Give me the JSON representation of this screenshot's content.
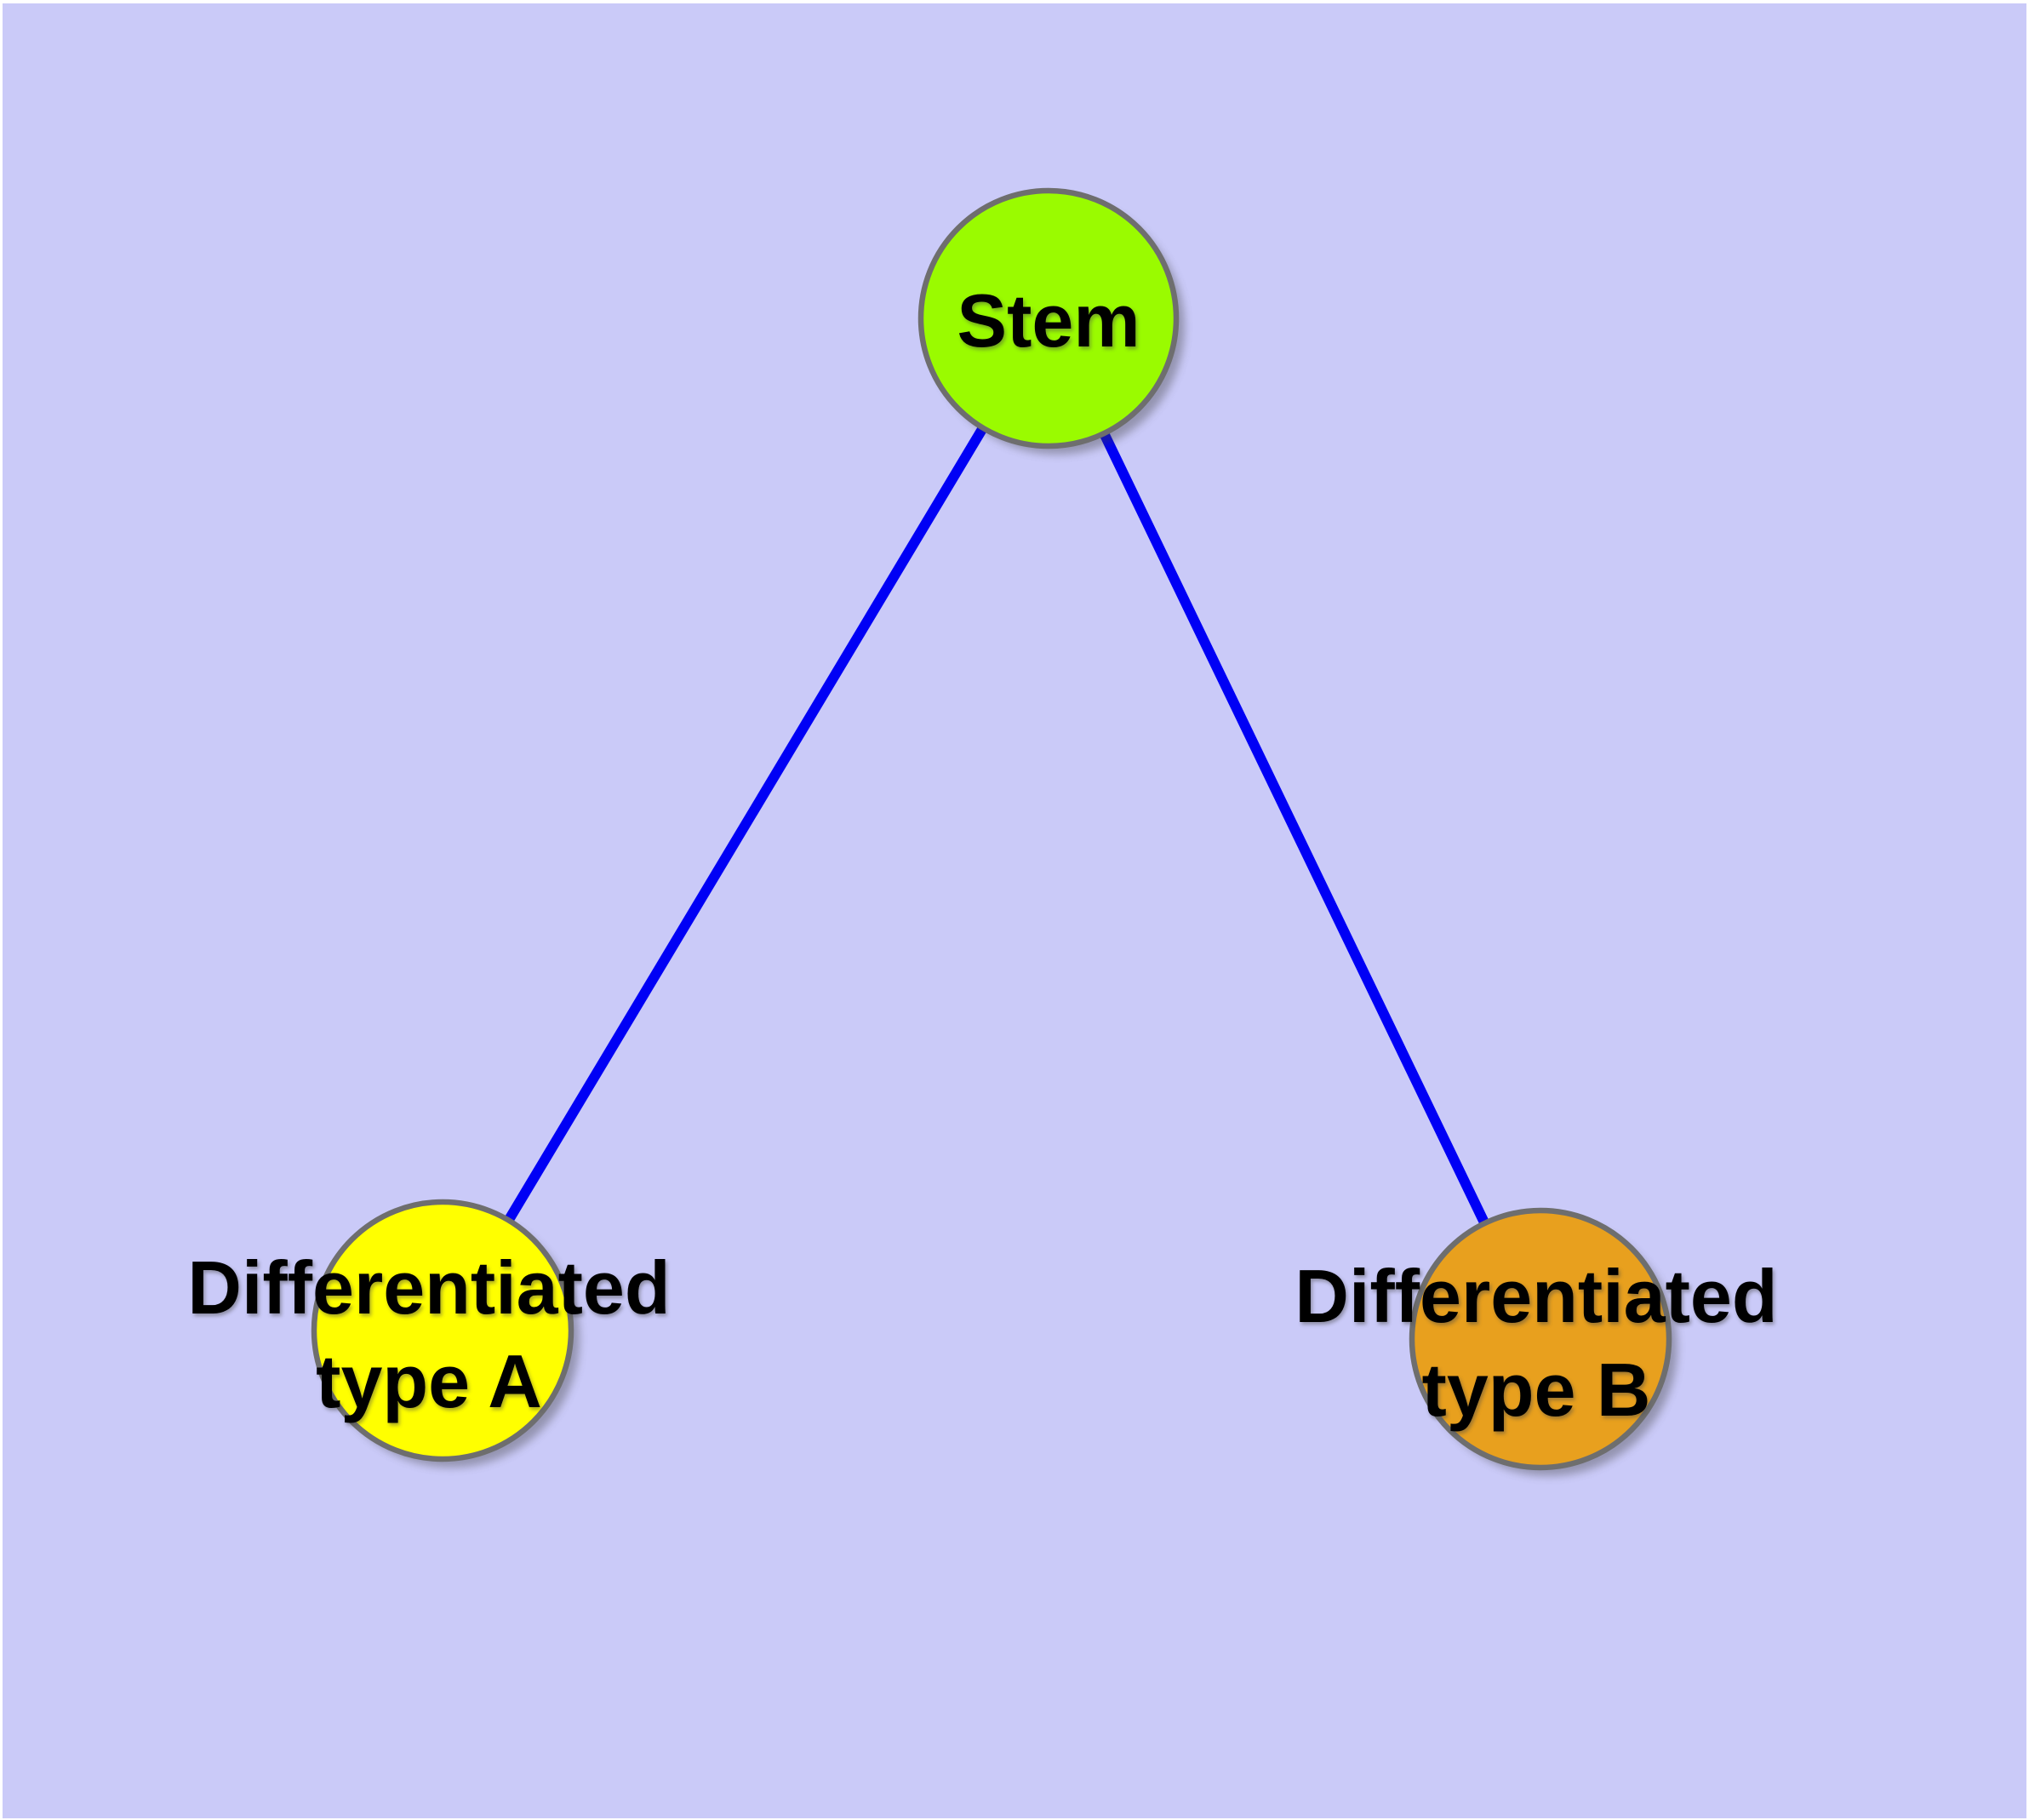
{
  "diagram": {
    "background_color": "#CACAF8",
    "edge_color": "#0000F5",
    "node_border_color": "#6E6E6E",
    "label_color": "#000000",
    "nodes": [
      {
        "id": "stem",
        "label": "Stem",
        "color": "#9AFB00"
      },
      {
        "id": "differentiated-type-a",
        "label": "Differentiated\ntype A",
        "color": "#FFFF00"
      },
      {
        "id": "differentiated-type-b",
        "label": "Differentiated\ntype B",
        "color": "#E8A01E"
      }
    ],
    "edges": [
      {
        "from": "Stem",
        "to": "Differentiated type A"
      },
      {
        "from": "Stem",
        "to": "Differentiated type B"
      }
    ]
  }
}
